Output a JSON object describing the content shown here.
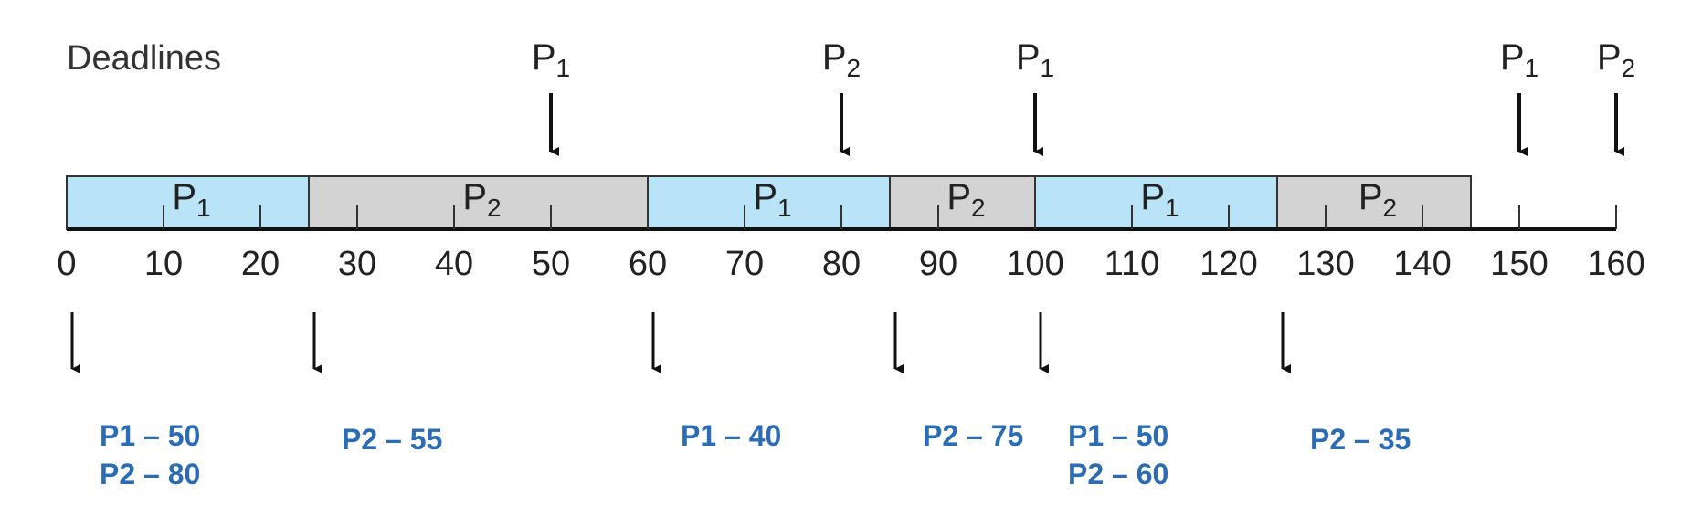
{
  "deadlines_title": "Deadlines",
  "colors": {
    "p1_fill": "#b9e4f7",
    "p2_fill": "#d3d3d3",
    "outline": "#333333",
    "axis": "#111111",
    "label_blue": "#2b6cb5"
  },
  "deadline_markers": [
    {
      "process": "P",
      "sub": "1",
      "time": 50
    },
    {
      "process": "P",
      "sub": "2",
      "time": 80
    },
    {
      "process": "P",
      "sub": "1",
      "time": 100
    },
    {
      "process": "P",
      "sub": "1",
      "time": 150
    },
    {
      "process": "P",
      "sub": "2",
      "time": 160
    }
  ],
  "segments": [
    {
      "process": "P",
      "sub": "1",
      "start": 0,
      "end": 25,
      "kind": "p1"
    },
    {
      "process": "P",
      "sub": "2",
      "start": 25,
      "end": 60,
      "kind": "p2"
    },
    {
      "process": "P",
      "sub": "1",
      "start": 60,
      "end": 85,
      "kind": "p1"
    },
    {
      "process": "P",
      "sub": "2",
      "start": 85,
      "end": 100,
      "kind": "p2"
    },
    {
      "process": "P",
      "sub": "1",
      "start": 100,
      "end": 125,
      "kind": "p1"
    },
    {
      "process": "P",
      "sub": "2",
      "start": 125,
      "end": 145,
      "kind": "p2"
    }
  ],
  "ticks": [
    0,
    10,
    20,
    30,
    40,
    50,
    60,
    70,
    80,
    90,
    100,
    110,
    120,
    130,
    140,
    150,
    160
  ],
  "decision_points": [
    {
      "time": 0,
      "lines": [
        "P1 – 50",
        "P2 – 80"
      ]
    },
    {
      "time": 25,
      "lines": [
        "P2 – 55"
      ]
    },
    {
      "time": 60,
      "lines": [
        "P1 – 40"
      ]
    },
    {
      "time": 85,
      "lines": [
        "P2 – 75"
      ]
    },
    {
      "time": 100,
      "lines": [
        "P1 – 50",
        "P2 – 60"
      ]
    },
    {
      "time": 125,
      "lines": [
        "P2 – 35"
      ]
    }
  ]
}
